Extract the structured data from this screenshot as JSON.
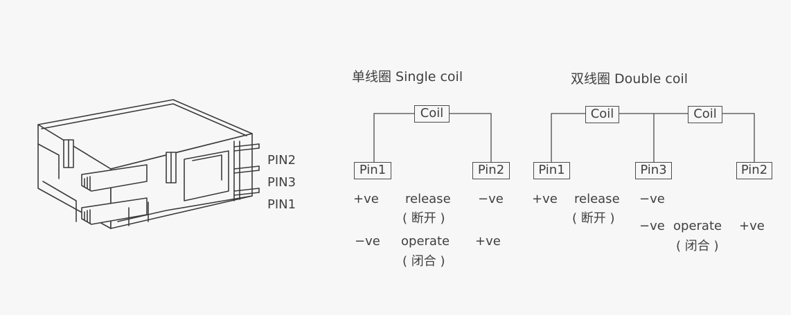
{
  "relay_drawing": {
    "pin_labels": [
      "PIN2",
      "PIN3",
      "PIN1"
    ]
  },
  "single_coil": {
    "title": "单线圈 Single coil",
    "coil_label": "Coil",
    "left_pin": "Pin1",
    "right_pin": "Pin2",
    "row1": {
      "left": "+ve",
      "action": "release",
      "action_cn": "( 断开 )",
      "right": "−ve"
    },
    "row2": {
      "left": "−ve",
      "action": "operate",
      "action_cn": "( 闭合 )",
      "right": "+ve"
    }
  },
  "double_coil": {
    "title": "双线圈 Double coil",
    "coil1_label": "Coil",
    "coil2_label": "Coil",
    "left_pin": "Pin1",
    "middle_pin": "Pin3",
    "right_pin": "Pin2",
    "row1": {
      "left": "+ve",
      "action": "release",
      "action_cn": "( 断开 )",
      "middle": "−ve"
    },
    "row2": {
      "middle": "−ve",
      "action": "operate",
      "action_cn": "( 闭合 )",
      "right": "+ve"
    }
  },
  "colors": {
    "background": "#f7f7f7",
    "line": "#4a4a4a",
    "text": "#3f3f3f"
  }
}
